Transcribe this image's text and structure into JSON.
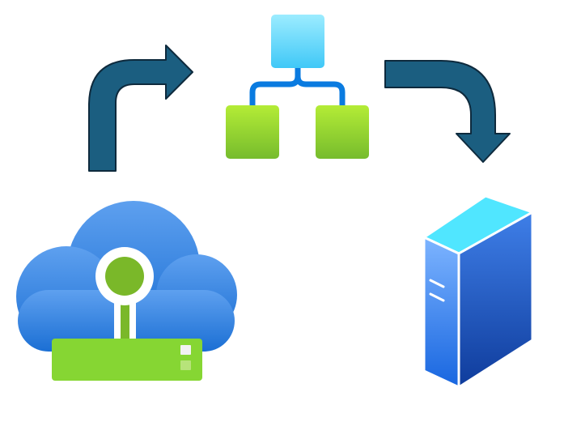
{
  "diagram": {
    "background": "#ffffff",
    "icons": [
      {
        "id": "cloud-gateway",
        "icon": "cloud-gateway-icon",
        "colors": {
          "cloud_light": "#5ea0ef",
          "cloud_dark": "#1b6fd4",
          "outline": "#ffffff",
          "keyhole": "#7ab829",
          "base": "#86d633",
          "lights": [
            "#f2f2f2",
            "#b7e37a"
          ]
        }
      },
      {
        "id": "hierarchy",
        "icon": "hierarchy-icon",
        "colors": {
          "parent_light": "#9cecff",
          "parent_dark": "#40c8f7",
          "connector": "#0a7be0",
          "child_light": "#b4ec36",
          "child_dark": "#76bc2d"
        }
      },
      {
        "id": "server",
        "icon": "server-icon",
        "colors": {
          "top": "#50e6ff",
          "front_light": "#7db4ff",
          "front_dark": "#1866e0",
          "side_light": "#3f7fe8",
          "side_dark": "#0f3c9c",
          "edges": "#ffffff"
        }
      }
    ],
    "arrows": [
      {
        "id": "arrow-gateway-to-hierarchy",
        "from": "cloud-gateway",
        "to": "hierarchy",
        "icon": "curved-arrow-right-icon"
      },
      {
        "id": "arrow-hierarchy-to-server",
        "from": "hierarchy",
        "to": "server",
        "icon": "curved-arrow-down-icon"
      }
    ],
    "arrow_fill": "#1b5e80",
    "arrow_stroke": "#0e2a3d"
  }
}
